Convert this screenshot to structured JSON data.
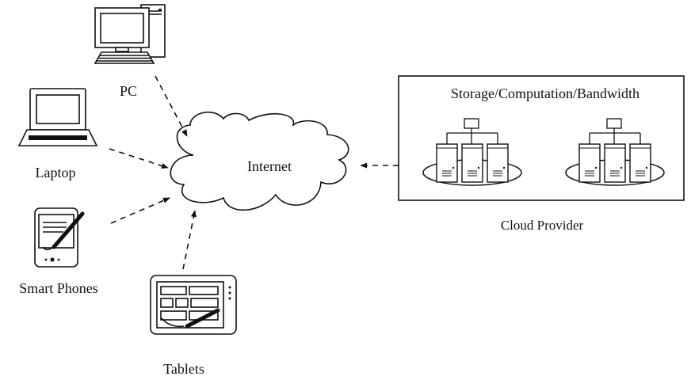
{
  "devices": {
    "pc": "PC",
    "laptop": "Laptop",
    "smart_phones": "Smart Phones",
    "tablets": "Tablets"
  },
  "internet": {
    "label": "Internet"
  },
  "cloud_provider": {
    "title": "Storage/Computation/Bandwidth",
    "caption": "Cloud Provider"
  }
}
